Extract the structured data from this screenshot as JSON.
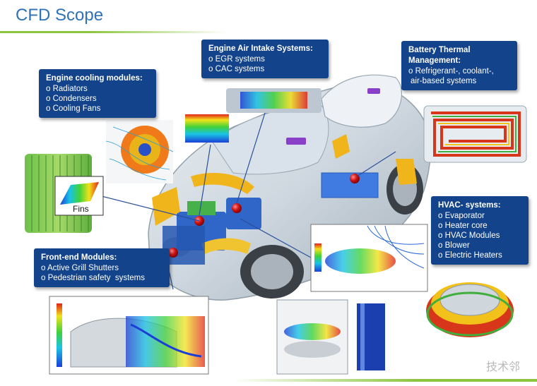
{
  "title": "CFD Scope",
  "boxes": {
    "engine_cooling": {
      "heading": "Engine cooling modules:",
      "items": [
        "Radiators",
        "Condensers",
        "Cooling Fans"
      ]
    },
    "air_intake": {
      "heading": "Engine Air Intake Systems:",
      "items": [
        "EGR systems",
        "CAC systems"
      ]
    },
    "battery": {
      "heading_line1": "Battery Thermal",
      "heading_line2": "Management:",
      "items": [
        "Refrigerant-, coolant-,"
      ],
      "continuation": "air-based systems"
    },
    "hvac": {
      "heading": "HVAC- systems:",
      "items": [
        "Evaporator",
        "Heater core",
        "HVAC Modules",
        "Blower",
        "Electric Heaters"
      ]
    },
    "front_end": {
      "heading": "Front-end Modules:",
      "items": [
        "Active Grill Shutters",
        "Pedestrian safety  systems"
      ]
    }
  },
  "fins_label": "Fins",
  "watermark": "技术邻",
  "colors": {
    "title": "#2f72b8",
    "box_bg": "#13438a",
    "accent_green": "#8cc63f",
    "marker_red": "#d11414"
  }
}
